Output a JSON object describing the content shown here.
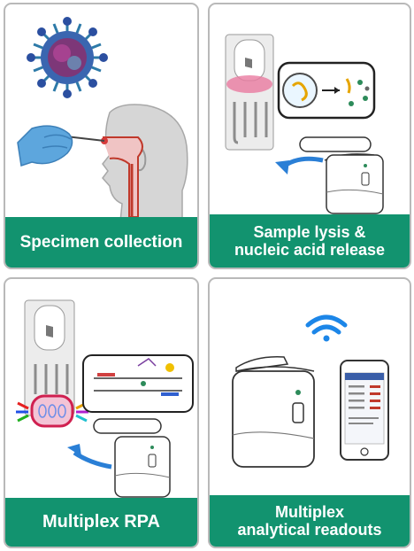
{
  "panels": [
    {
      "caption_lines": [
        "Specimen collection"
      ]
    },
    {
      "caption_lines": [
        "Sample lysis &",
        "nucleic acid release"
      ]
    },
    {
      "caption_lines": [
        "Multiplex RPA"
      ]
    },
    {
      "caption_lines": [
        "Multiplex",
        "analytical readouts"
      ]
    }
  ],
  "colors": {
    "caption_bg": "#12936f",
    "arrow": "#2a7fd6",
    "wifi": "#1c86e8",
    "virus": "#2d7aa8"
  }
}
